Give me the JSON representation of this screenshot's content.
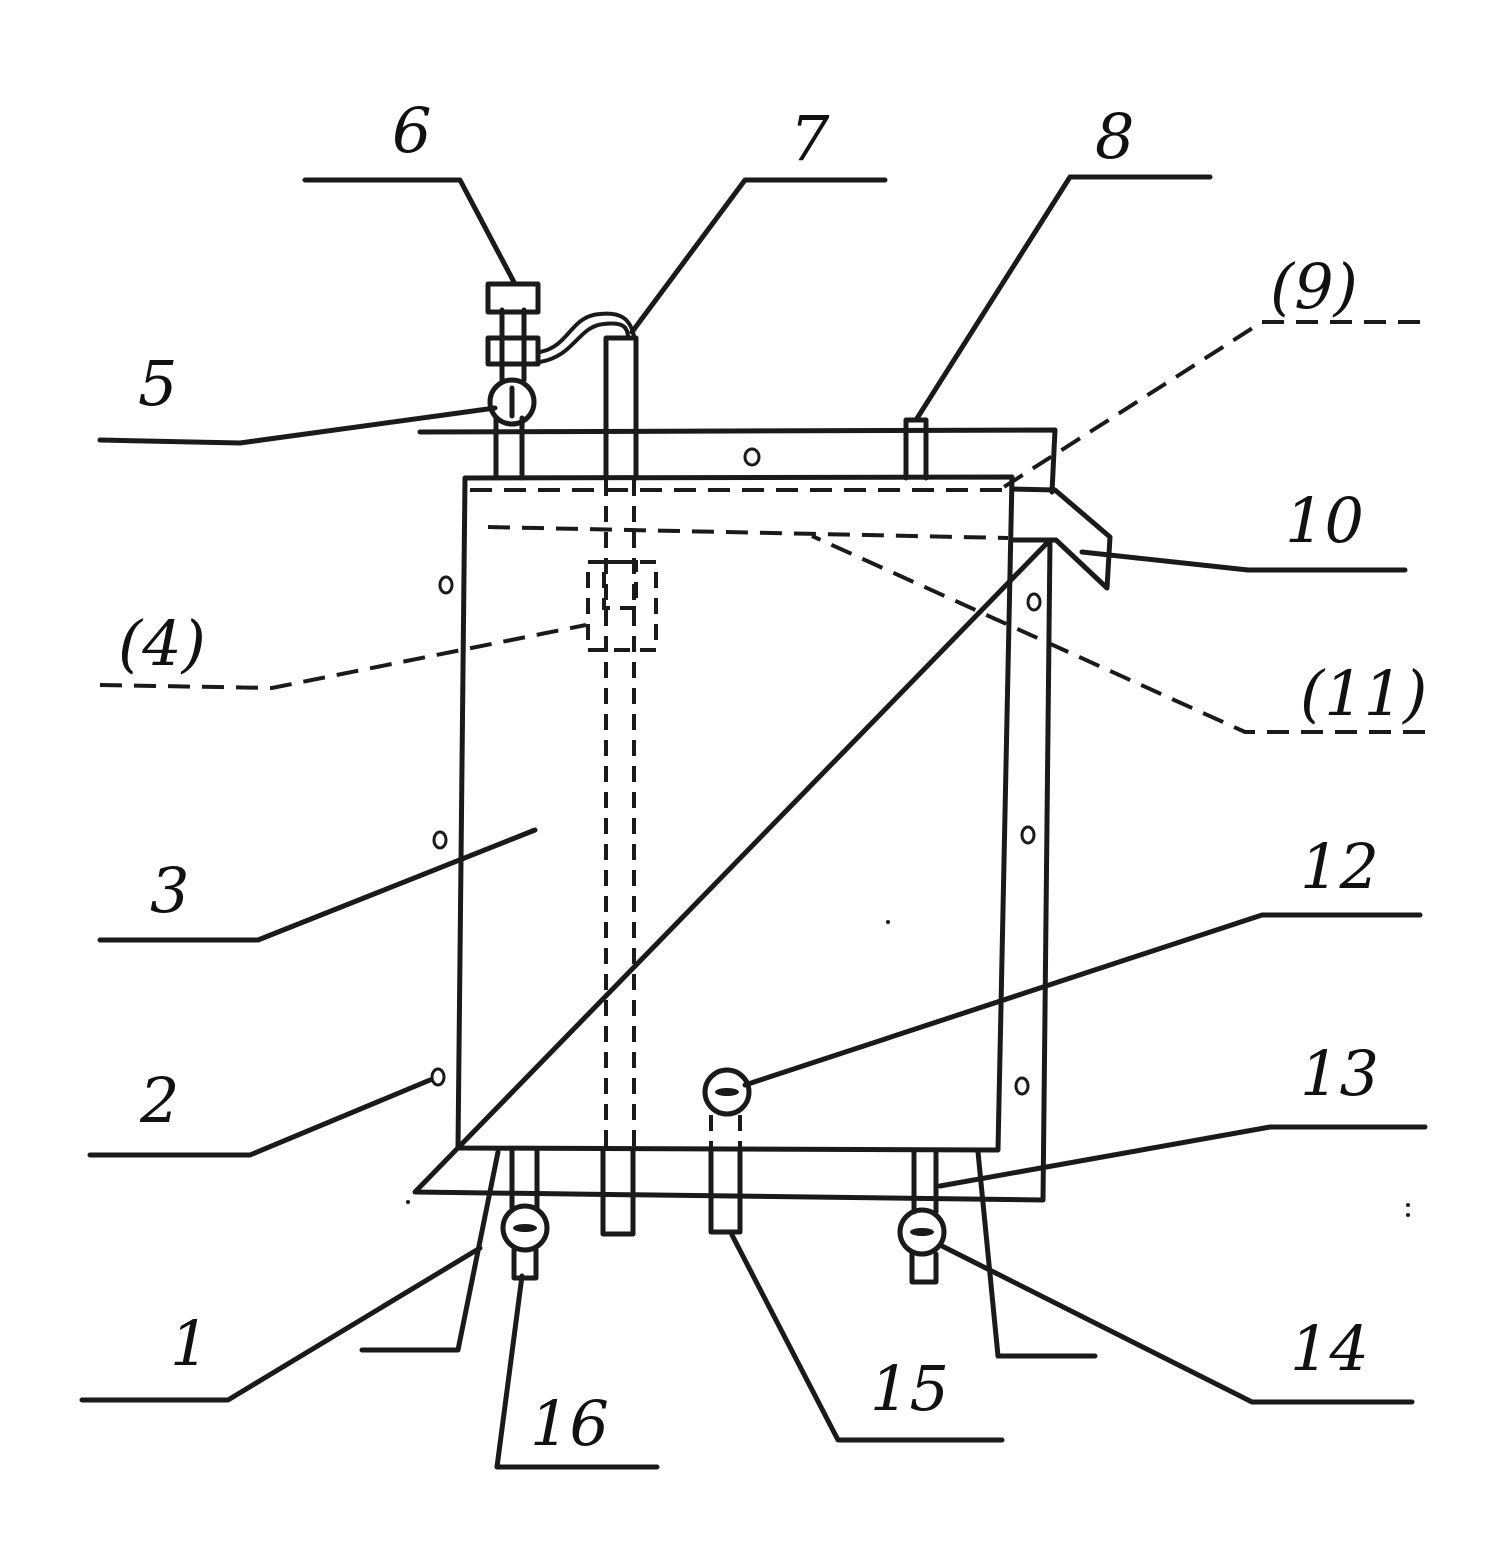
{
  "labels": {
    "l1": "1",
    "l2": "2",
    "l3": "3",
    "l4": "(4)",
    "l5": "5",
    "l6": "6",
    "l7": "7",
    "l8": "8",
    "l9": "(9)",
    "l10": "10",
    "l11": "(11)",
    "l12": "12",
    "l13": "13",
    "l14": "14",
    "l15": "15",
    "l16": "16"
  },
  "colors": {
    "ink": "#1a1a1a",
    "background": "#ffffff"
  }
}
